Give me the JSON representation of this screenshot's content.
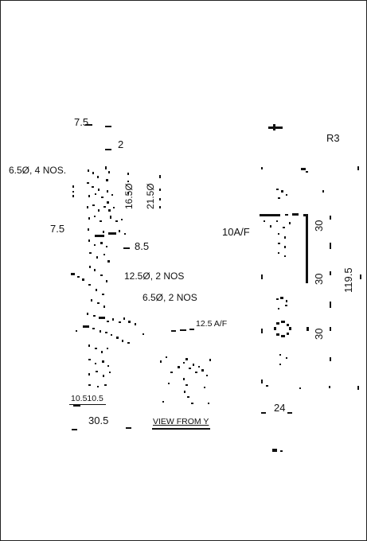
{
  "drawing": {
    "labels": {
      "dim_7_5_top": "7.5",
      "dim_2": "2",
      "hole_6_5_4nos": "6.5Ø, 4 NOS.",
      "dim_16_5": "16.5Ø",
      "dim_21_5": "21.5Ø",
      "dim_7_5_left": "7.5",
      "dim_8_5": "8.5",
      "hole_12_5_2nos": "12.5Ø, 2 NOS",
      "hole_6_5_2nos": "6.5Ø, 2 NOS",
      "dim_12_5_af": "12.5 A/F",
      "dim_10_5_pair": "10.510.5",
      "dim_30_5": "30.5",
      "view_from_y": "VIEW FROM Y",
      "radius_r3": "R3",
      "dim_10_af": "10A/F",
      "dim_30_a": "30",
      "dim_30_b": "30",
      "dim_30_c": "30",
      "dim_119_5": "119.5",
      "dim_24": "24"
    }
  }
}
